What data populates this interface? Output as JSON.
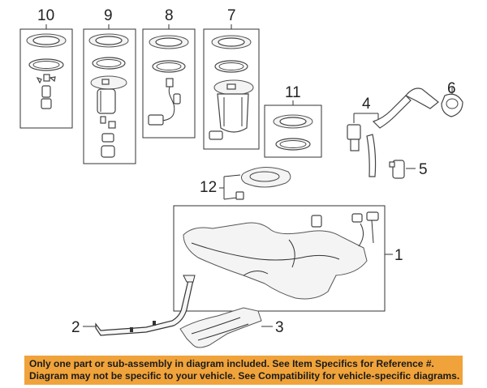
{
  "callouts": {
    "c1": "1",
    "c2": "2",
    "c3": "3",
    "c4": "4",
    "c5": "5",
    "c6": "6",
    "c7": "7",
    "c8": "8",
    "c9": "9",
    "c10": "10",
    "c11": "11",
    "c12": "12"
  },
  "banner": {
    "line1": "Only one part or sub-assembly in diagram included. See Item Specifics for Reference #.",
    "line2": "Diagram may not be specific to your vehicle. See Compatibility for vehicle-specific diagrams.",
    "background_color": "#f0a33a"
  }
}
